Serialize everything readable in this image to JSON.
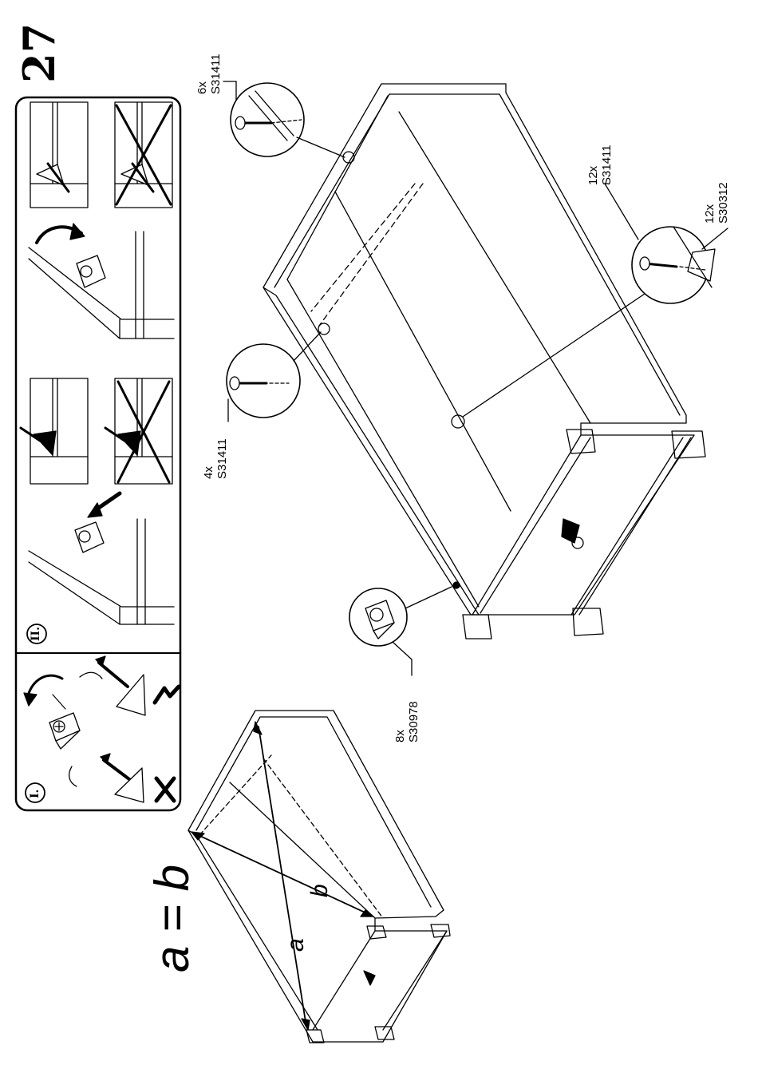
{
  "step_number": "27",
  "equation": "a = b",
  "diagonal_labels": {
    "a": "a",
    "b": "b"
  },
  "panel": {
    "section_one": "I.",
    "section_two": "II."
  },
  "callouts": [
    {
      "qty": "6x",
      "part": "S31411"
    },
    {
      "qty": "4x",
      "part": "S31411"
    },
    {
      "qty": "12x",
      "part": "S31411"
    },
    {
      "qty": "12x",
      "part": "S30312"
    },
    {
      "qty": "8x",
      "part": "S30978"
    }
  ],
  "icons": [
    "screw-icon",
    "cam-lock-icon",
    "rotate-arrow-icon",
    "wrong-cross-icon",
    "correct-check-icon"
  ]
}
